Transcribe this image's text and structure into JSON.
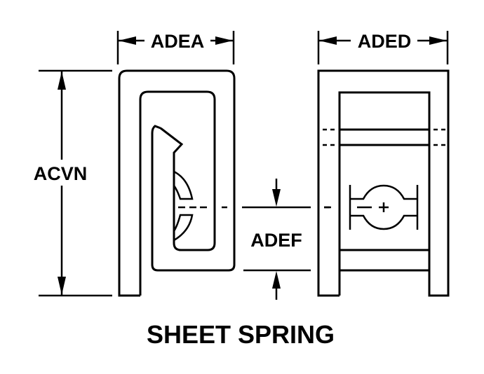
{
  "diagram": {
    "title": "SHEET SPRING",
    "dimensions": {
      "top_left_width": "ADEA",
      "top_right_width": "ADED",
      "overall_height": "ACVN",
      "center_gap": "ADEF"
    },
    "views": [
      {
        "name": "side-view",
        "description": "clip spring side profile"
      },
      {
        "name": "front-view",
        "description": "frame with slot and fastener symbol"
      }
    ],
    "colors": {
      "line": "#000000",
      "background": "#ffffff"
    }
  }
}
